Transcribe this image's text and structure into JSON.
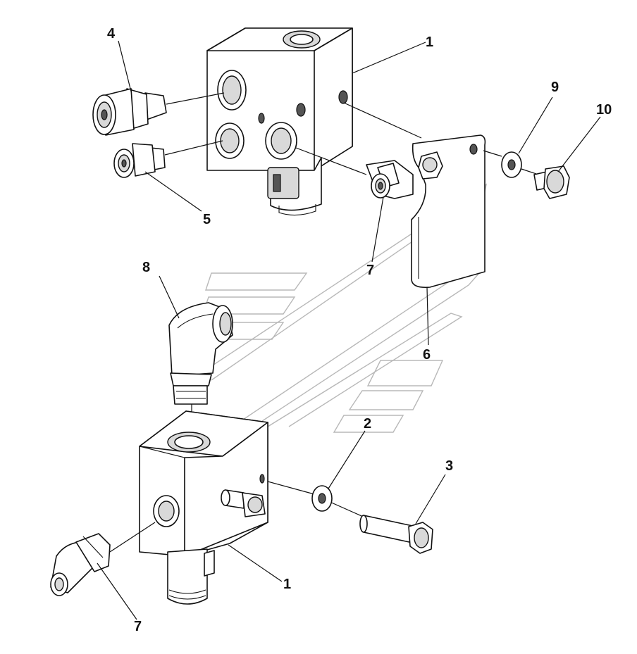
{
  "callouts": [
    {
      "id": "upper-valve-block",
      "label": "1"
    },
    {
      "id": "lower-valve-block",
      "label": "1"
    },
    {
      "id": "washer-lower",
      "label": "2"
    },
    {
      "id": "bolt-lower",
      "label": "3"
    },
    {
      "id": "fitting-large",
      "label": "4"
    },
    {
      "id": "fitting-small",
      "label": "5"
    },
    {
      "id": "bracket",
      "label": "6"
    },
    {
      "id": "elbow-upper",
      "label": "7"
    },
    {
      "id": "elbow-lower",
      "label": "7"
    },
    {
      "id": "elbow-90",
      "label": "8"
    },
    {
      "id": "washer-upper",
      "label": "9"
    },
    {
      "id": "bolt-upper",
      "label": "10"
    }
  ]
}
